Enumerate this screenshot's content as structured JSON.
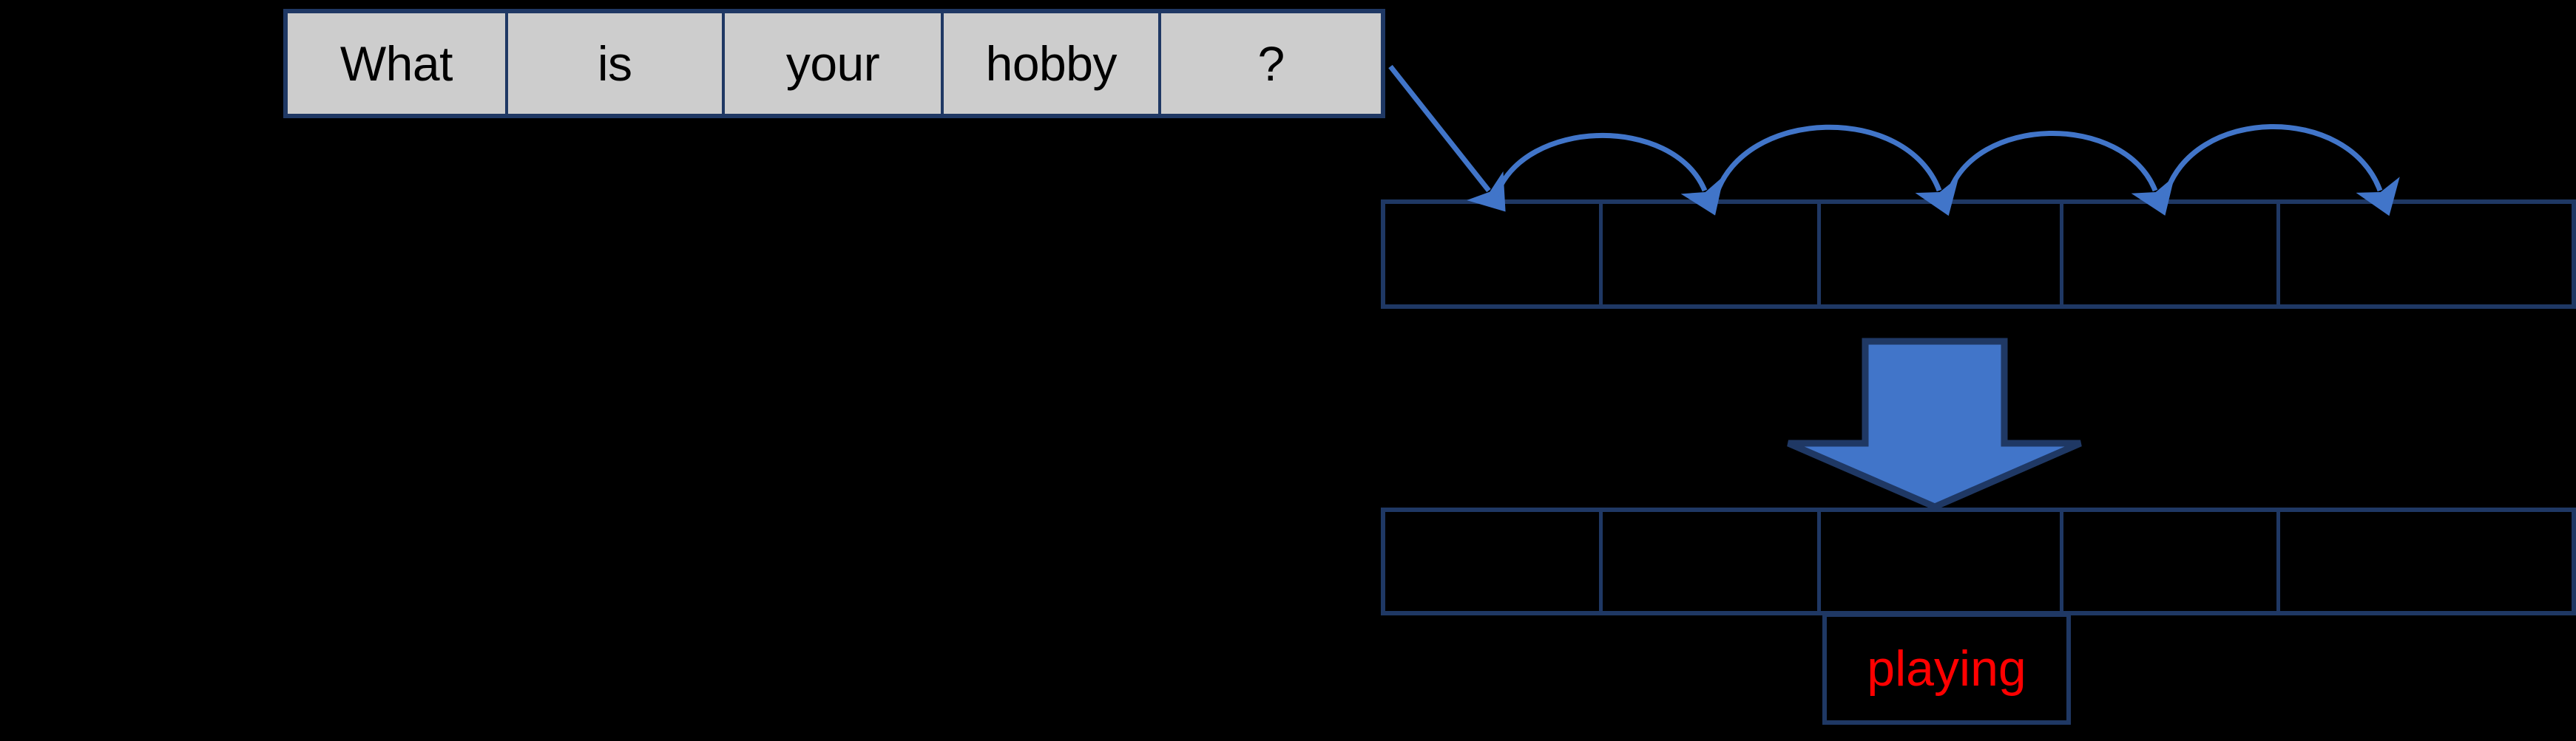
{
  "diagram": {
    "title": "",
    "background_color": "#000000",
    "border_color": "#1F3864",
    "cell_fill_color": "#CDCDCD",
    "arrow_color": "#4175C9",
    "output_text_color": "#FF0000"
  },
  "input_sequence": {
    "name": "input-sentence",
    "tokens": [
      {
        "label": "What"
      },
      {
        "label": "is"
      },
      {
        "label": "your"
      },
      {
        "label": "hobby"
      },
      {
        "label": "?"
      }
    ]
  },
  "encoder_states": {
    "name": "hidden-state-row",
    "cells": [
      {
        "label": ""
      },
      {
        "label": ""
      },
      {
        "label": ""
      },
      {
        "label": ""
      },
      {
        "label": ""
      }
    ]
  },
  "decoder_states": {
    "name": "output-row",
    "cells": [
      {
        "label": ""
      },
      {
        "label": ""
      },
      {
        "label": ""
      },
      {
        "label": ""
      },
      {
        "label": ""
      }
    ]
  },
  "output_sequence": {
    "name": "generated-tokens",
    "tokens": [
      {
        "label": "playing",
        "column_index": 2
      }
    ]
  },
  "connectors": {
    "feed_arrow_label": "",
    "recurrent_arrow_count": 4,
    "big_arrow_label": ""
  }
}
